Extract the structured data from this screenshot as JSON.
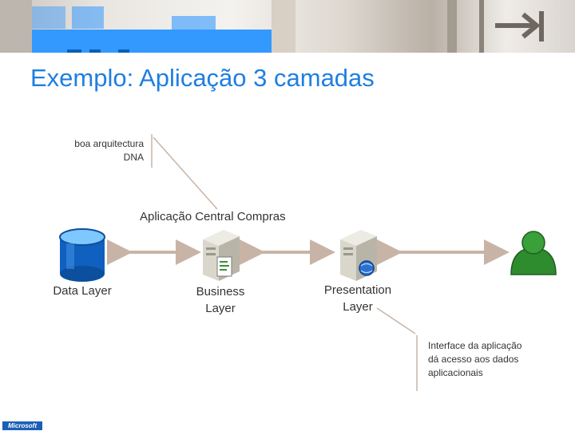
{
  "slide": {
    "title": "Exemplo: Aplicação 3 camadas",
    "annotation_top_line1": "boa arquitectura",
    "annotation_top_line2": "DNA",
    "central_label": "Aplicação Central Compras",
    "interface_note": [
      "Interface da aplicação",
      "dá acesso aos dados",
      "aplicacionais"
    ],
    "logo": "Microsoft"
  },
  "layers": [
    {
      "label_line1": "Data Layer",
      "label_line2": ""
    },
    {
      "label_line1": "Business",
      "label_line2": "Layer"
    },
    {
      "label_line1": "Presentation",
      "label_line2": "Layer"
    }
  ],
  "icons": [
    "database-icon",
    "server-document-icon",
    "server-globe-icon",
    "user-icon"
  ],
  "colors": {
    "title": "#1f7fe0",
    "arrow": "#c8b4a6",
    "callout_line": "#c8b4a6",
    "user": "#2e8b2e"
  }
}
